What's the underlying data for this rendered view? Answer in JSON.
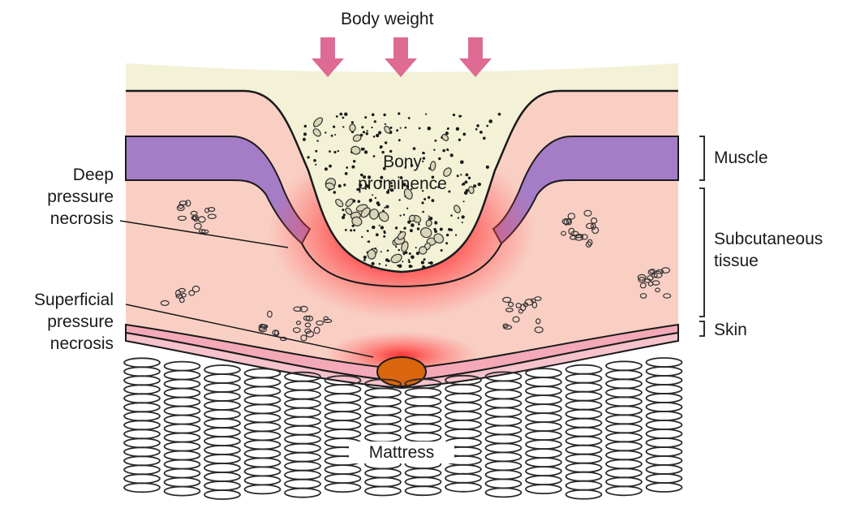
{
  "labels": {
    "body_weight": "Body weight",
    "bony_prominence": [
      "Bony",
      "prominence"
    ],
    "deep_pressure_necrosis": [
      "Deep",
      "pressure",
      "necrosis"
    ],
    "superficial_pressure_necrosis": [
      "Superficial",
      "pressure",
      "necrosis"
    ],
    "muscle": "Muscle",
    "subcutaneous_tissue": [
      "Subcutaneous",
      "tissue"
    ],
    "skin": "Skin",
    "mattress": "Mattress"
  },
  "colors": {
    "bone": "#f3f1d6",
    "subcutaneous": "#f9cfc4",
    "muscle": "#a57cc6",
    "skin": "#f4a9b8",
    "necrosis_glow": "#ff2a2a",
    "ulcer": "#d9650c",
    "arrow": "#dd6b94",
    "outline": "#1a1a1a"
  }
}
